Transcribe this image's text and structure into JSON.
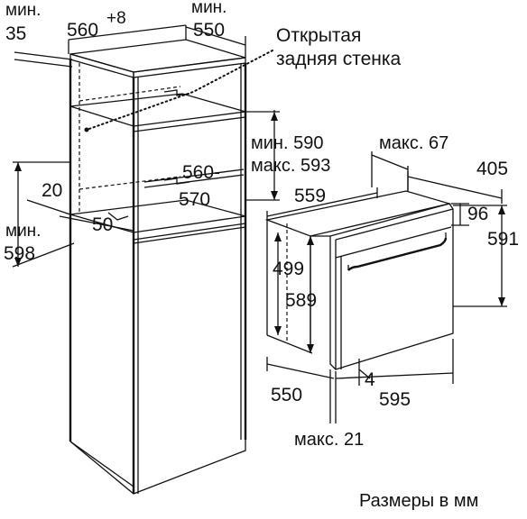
{
  "diagram": {
    "labels": {
      "min_35_word": "мин.",
      "min_35_value": "35",
      "width_560": "560",
      "width_560_tol": "+8",
      "min_550_word": "мин.",
      "min_550_value": "550",
      "open_back_line1": "Открытая",
      "open_back_line2": "задняя стенка",
      "min_590": "мин. 590",
      "max_593": "макс. 593",
      "max_67": "макс. 67",
      "d_405": "405",
      "d_20": "20",
      "d_560_570_top": "560-",
      "d_560_570_bottom": "570",
      "d_50": "50",
      "min_598_word": "мин.",
      "min_598_value": "598",
      "d_559": "559",
      "d_96": "96",
      "d_591": "591",
      "d_499": "499",
      "d_589": "589",
      "d_4": "4",
      "d_550": "550",
      "d_595": "595",
      "max_21": "макс. 21",
      "units_note": "Размеры в мм"
    }
  }
}
